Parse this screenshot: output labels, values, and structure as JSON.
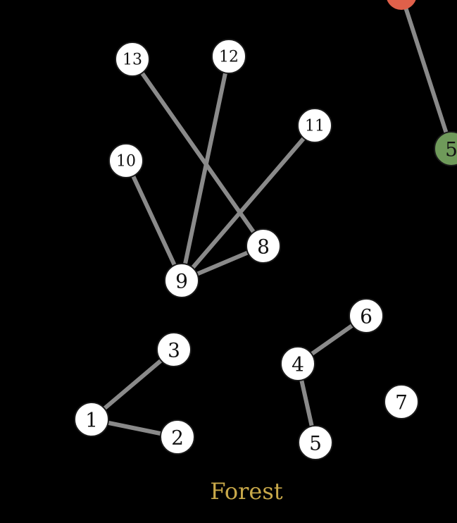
{
  "caption": "Forest",
  "colors": {
    "node_fill": "#ffffff",
    "edge": "#8a8a8a",
    "caption": "#c9a94a",
    "partial_red": "#e0604a",
    "partial_green": "#6f9a5a"
  },
  "nodes": [
    {
      "id": "1",
      "label": "1"
    },
    {
      "id": "2",
      "label": "2"
    },
    {
      "id": "3",
      "label": "3"
    },
    {
      "id": "4",
      "label": "4"
    },
    {
      "id": "5",
      "label": "5"
    },
    {
      "id": "6",
      "label": "6"
    },
    {
      "id": "7",
      "label": "7"
    },
    {
      "id": "8",
      "label": "8"
    },
    {
      "id": "9",
      "label": "9"
    },
    {
      "id": "10",
      "label": "10"
    },
    {
      "id": "11",
      "label": "11"
    },
    {
      "id": "12",
      "label": "12"
    },
    {
      "id": "13",
      "label": "13"
    },
    {
      "id": "partial-green",
      "label": "5"
    }
  ],
  "edges": [
    [
      "1",
      "3"
    ],
    [
      "1",
      "2"
    ],
    [
      "4",
      "6"
    ],
    [
      "4",
      "5"
    ],
    [
      "9",
      "10"
    ],
    [
      "9",
      "12"
    ],
    [
      "9",
      "11"
    ],
    [
      "9",
      "8"
    ],
    [
      "13",
      "8"
    ],
    [
      "partial-red",
      "partial-green"
    ]
  ]
}
